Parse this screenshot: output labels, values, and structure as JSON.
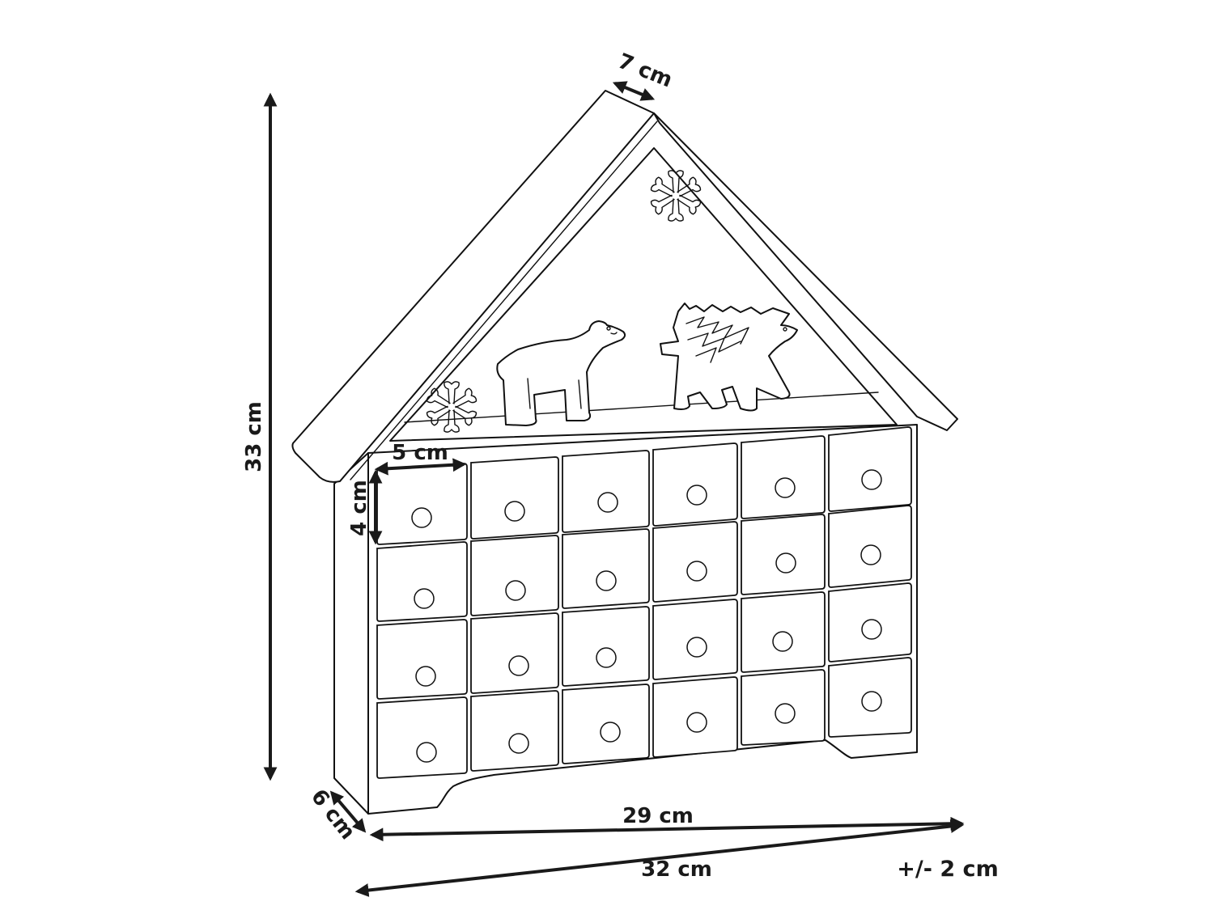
{
  "product": "Wooden advent calendar house with 24 drawers",
  "colors": {
    "line": "#111111",
    "dimension": "#1a1a1a",
    "background": "#ffffff"
  },
  "dimensions": {
    "roof_depth": "7 cm",
    "total_height": "33 cm",
    "drawer_width": "5 cm",
    "drawer_height": "4 cm",
    "base_depth": "6 cm",
    "inner_width": "29 cm",
    "total_width": "32 cm"
  },
  "tolerance": "+/- 2 cm",
  "drawers": {
    "columns": 6,
    "rows": 4,
    "count": 24
  },
  "decorations": [
    "snowflake",
    "snowflake",
    "polar-bear",
    "polar-bear-with-tree"
  ]
}
